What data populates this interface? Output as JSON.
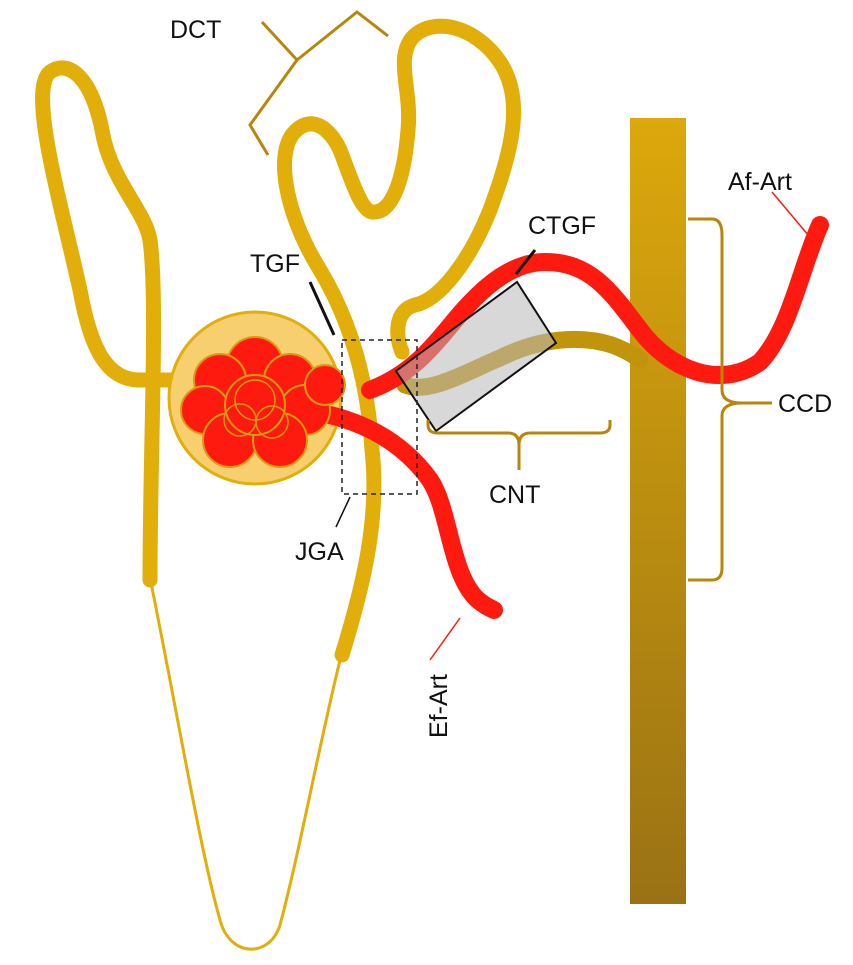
{
  "colors": {
    "tubule": "#E2AE0A",
    "tubule_dark": "#C2940C",
    "duct_top": "#D8A50C",
    "duct_bottom": "#9C7413",
    "artery": "#FF1A10",
    "capsule_fill": "#F8CF6E",
    "glomerulus_fill": "#FF1A10",
    "bracket": "#B8860B",
    "callout_line": "#111111",
    "box_fill": "#C0C0C0"
  },
  "labels": {
    "dct": "DCT",
    "tgf": "TGF",
    "ctgf": "CTGF",
    "af_art": "Af-Art",
    "ccd": "CCD",
    "cnt": "CNT",
    "jga": "JGA",
    "ef_art": "Ef-Art"
  }
}
